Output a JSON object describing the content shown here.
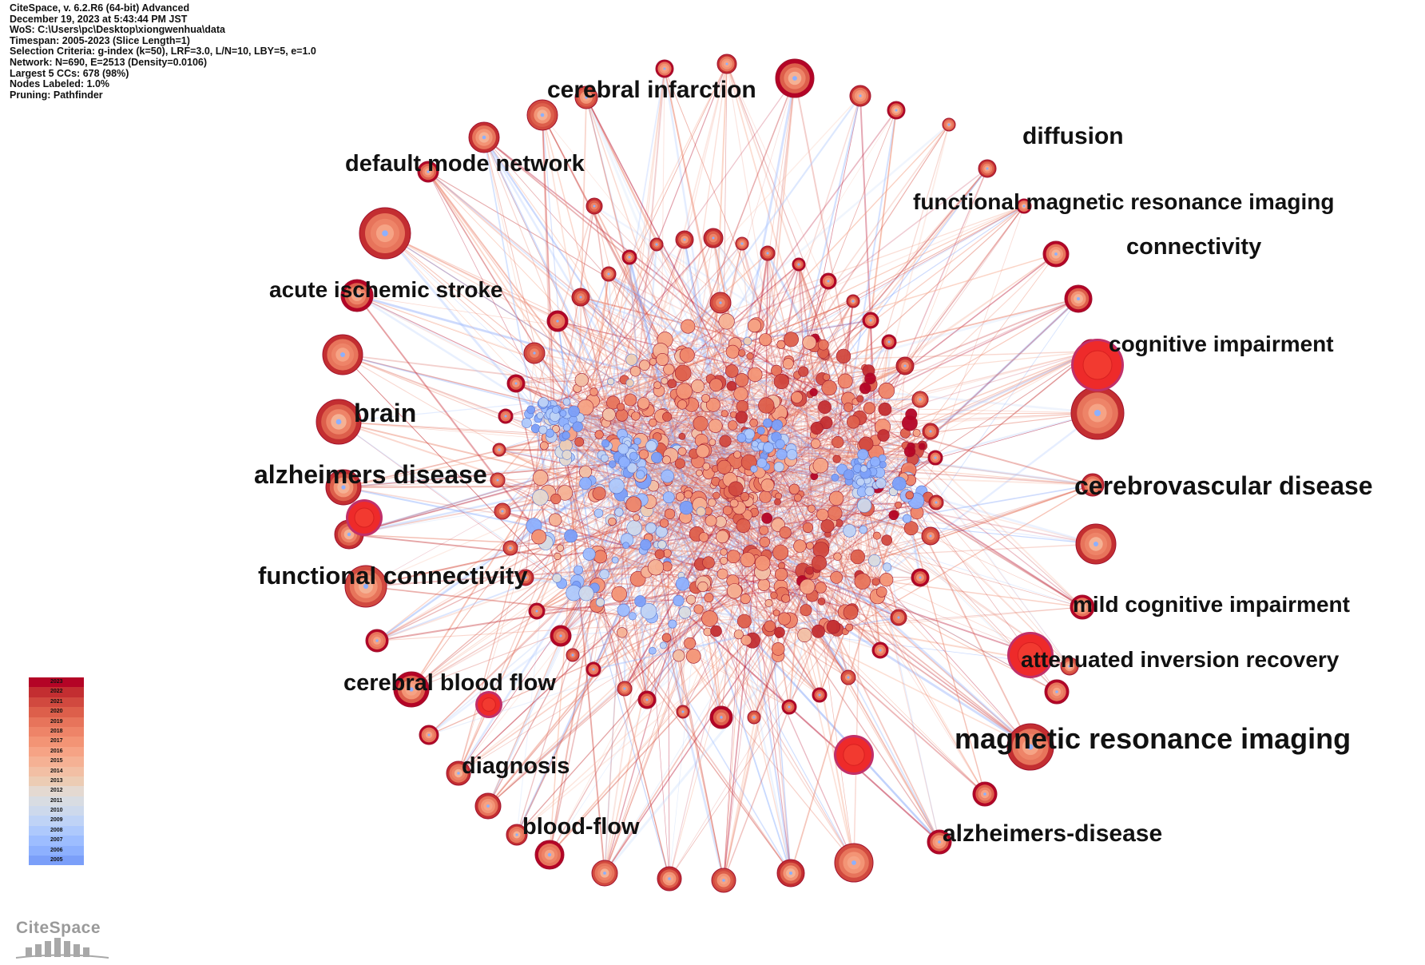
{
  "info": {
    "lines": [
      "CiteSpace, v. 6.2.R6 (64-bit) Advanced",
      "December 19, 2023 at 5:43:44 PM JST",
      "WoS: C:\\Users\\pc\\Desktop\\xiongwenhua\\data",
      "Timespan: 2005-2023 (Slice Length=1)",
      "Selection Criteria: g-index (k=50), LRF=3.0, L/N=10, LBY=5, e=1.0",
      "Network: N=690, E=2513 (Density=0.0106)",
      "Largest 5 CCs: 678 (98%)",
      "Nodes Labeled: 1.0%",
      "Pruning: Pathfinder"
    ]
  },
  "labels": [
    {
      "text": "cerebral infarction",
      "size": 30
    },
    {
      "text": "diffusion",
      "size": 30
    },
    {
      "text": "default mode network",
      "size": 29
    },
    {
      "text": "functional magnetic resonance imaging",
      "size": 28
    },
    {
      "text": "connectivity",
      "size": 29
    },
    {
      "text": "acute ischemic stroke",
      "size": 28
    },
    {
      "text": "cognitive impairment",
      "size": 28
    },
    {
      "text": "brain",
      "size": 32
    },
    {
      "text": "alzheimers disease",
      "size": 32
    },
    {
      "text": "cerebrovascular disease",
      "size": 32
    },
    {
      "text": "functional connectivity",
      "size": 31
    },
    {
      "text": "mild cognitive impairment",
      "size": 28
    },
    {
      "text": "attenuated inversion recovery",
      "size": 28
    },
    {
      "text": "cerebral blood flow",
      "size": 29
    },
    {
      "text": "magnetic resonance imaging",
      "size": 36
    },
    {
      "text": "diagnosis",
      "size": 29
    },
    {
      "text": "blood-flow",
      "size": 29
    },
    {
      "text": "alzheimers-disease",
      "size": 30
    }
  ],
  "legend": {
    "years": [
      "2023",
      "2022",
      "2021",
      "2020",
      "2019",
      "2018",
      "2017",
      "2016",
      "2015",
      "2014",
      "2013",
      "2012",
      "2011",
      "2010",
      "2009",
      "2008",
      "2007",
      "2006",
      "2005"
    ],
    "colors": [
      "#b40426",
      "#c32e31",
      "#d1493f",
      "#dd5f4b",
      "#e7745b",
      "#ee8468",
      "#f39475",
      "#f6a385",
      "#f5b194",
      "#f2bfa4",
      "#ecccb4",
      "#e4d9d1",
      "#d8dce2",
      "#cdd9ec",
      "#bfd3f6",
      "#aec9fc",
      "#9dbdff",
      "#8db0fe",
      "#7b9ff9"
    ]
  },
  "logo": {
    "text": "CiteSpace"
  }
}
